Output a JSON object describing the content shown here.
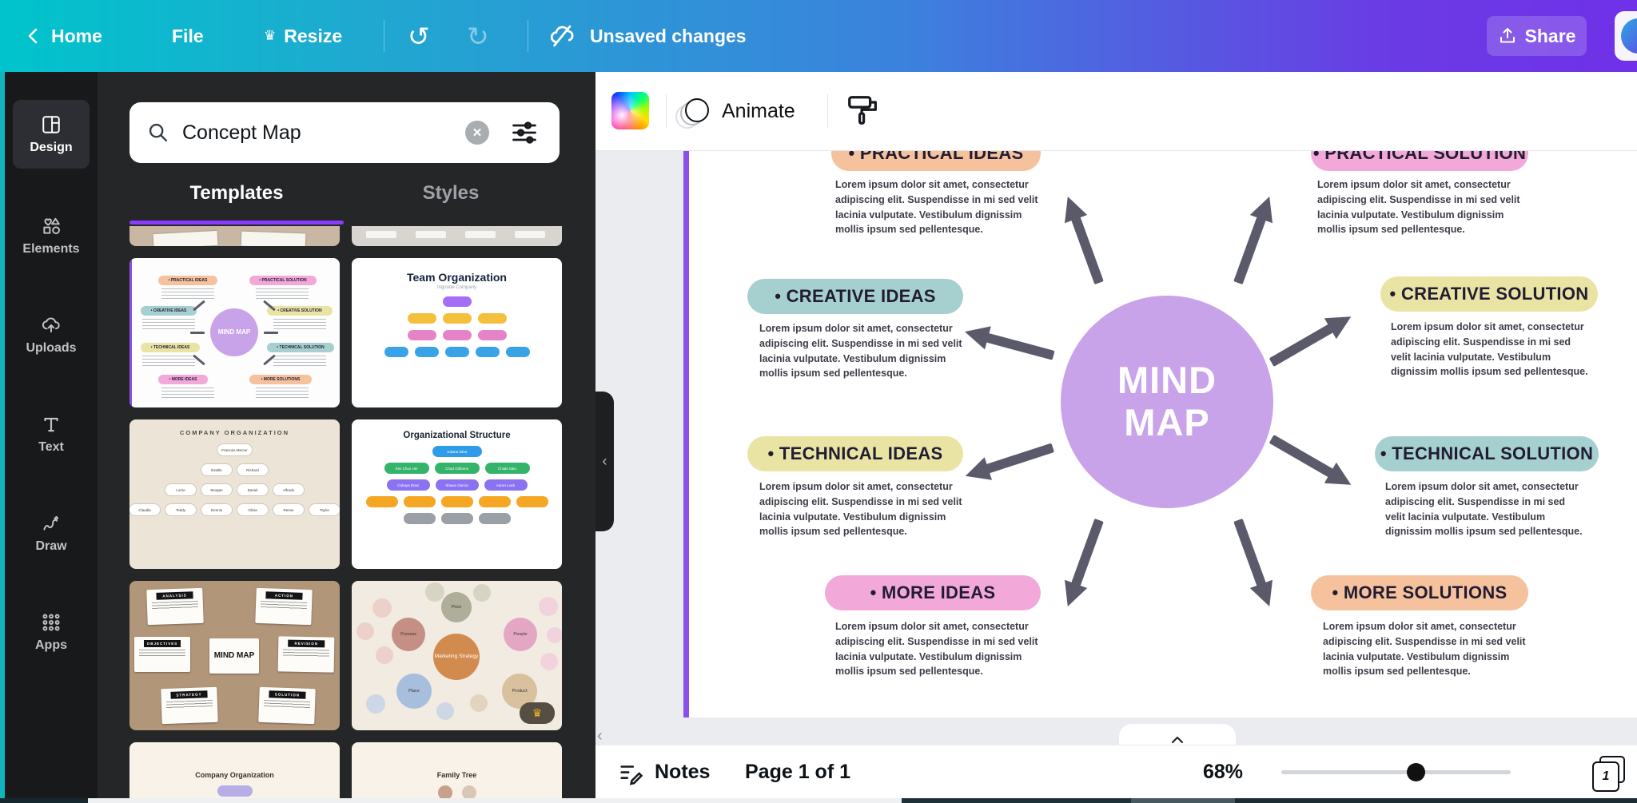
{
  "topbar": {
    "home": "Home",
    "file": "File",
    "resize": "Resize",
    "unsaved": "Unsaved changes",
    "share": "Share"
  },
  "icons": {
    "undo": "↺",
    "redo": "↻",
    "crown": "♛",
    "clear": "✕",
    "collapse": "⌃",
    "chev_left": "‹",
    "crown_pro": "♛"
  },
  "sidebar": {
    "items": [
      {
        "label": "Design"
      },
      {
        "label": "Elements"
      },
      {
        "label": "Uploads"
      },
      {
        "label": "Text"
      },
      {
        "label": "Draw"
      },
      {
        "label": "Apps"
      }
    ]
  },
  "panel": {
    "search_value": "Concept Map",
    "tab_templates": "Templates",
    "tab_styles": "Styles",
    "thumbs": {
      "team_org": {
        "title": "Team Organization",
        "subtitle": "Ingoude Company",
        "rows": [
          [
            ""
          ],
          [
            "",
            "",
            ""
          ],
          [
            "",
            "",
            ""
          ],
          [
            "",
            "",
            "",
            "",
            ""
          ]
        ]
      },
      "company_org": {
        "title": "COMPANY ORGANIZATION",
        "rows": [
          [
            "Francois Mercer"
          ],
          [
            "Estelle",
            "Richard"
          ],
          [
            "Lorrie",
            "Morgan",
            "Daniel",
            "Alfredo"
          ],
          [
            "Claudia",
            "Teddy",
            "Dennis",
            "Olivia",
            "Reese",
            "Taylor"
          ]
        ]
      },
      "org_structure": {
        "title": "Organizational Structure",
        "rows": [
          [
            "Juliana Silva"
          ],
          [
            "Kim Chun Hei",
            "Chad Gibbons",
            "Chiaki Sato"
          ],
          [
            "Cahaya Dewi",
            "Shawn Garcia",
            "Aaron Loeb"
          ],
          [
            "",
            "",
            "",
            "",
            ""
          ],
          [
            "",
            "",
            ""
          ]
        ]
      },
      "craft": {
        "center": "MIND MAP",
        "cards": [
          "ANALYSIS",
          "ACTION",
          "OBJECTIVES",
          "REVISION",
          "STRATEGY",
          "SOLUTION"
        ]
      },
      "marketing": {
        "center": "Marketing Strategy",
        "bubbles": [
          "Price",
          "Process",
          "People",
          "Place",
          "Product"
        ]
      },
      "company_org2": {
        "title": "Company Organization"
      },
      "family_tree": {
        "title": "Family Tree"
      }
    }
  },
  "toolbar": {
    "animate": "Animate"
  },
  "design": {
    "center_top": "MIND",
    "center_bottom": "MAP",
    "lorem": "Lorem ipsum dolor sit amet, consectetur adipiscing elit. Suspendisse in mi sed velit lacinia vulputate. Vestibulum dignissim mollis ipsum sed pellentesque.",
    "nodes": [
      {
        "label": "• PRACTICAL IDEAS",
        "color": "#f6c29d"
      },
      {
        "label": "• CREATIVE IDEAS",
        "color": "#a6d0cf"
      },
      {
        "label": "• TECHNICAL IDEAS",
        "color": "#e9e4a4"
      },
      {
        "label": "• MORE IDEAS",
        "color": "#f2a9d9"
      },
      {
        "label": "• PRACTICAL SOLUTION",
        "color": "#f2a9d9"
      },
      {
        "label": "• CREATIVE SOLUTION",
        "color": "#e9e4a4"
      },
      {
        "label": "• TECHNICAL SOLUTION",
        "color": "#a6d0cf"
      },
      {
        "label": "• MORE SOLUTIONS",
        "color": "#f6c29d"
      }
    ]
  },
  "bottombar": {
    "notes": "Notes",
    "page": "Page 1 of 1",
    "zoom": "68%",
    "page_number": "1"
  },
  "colors": {
    "accent_purple": "#8b3dff",
    "gradient_start": "#00c4cc",
    "gradient_end": "#7031e8",
    "circle_purple": "#c9a3e9",
    "arrow": "#5a5a6b",
    "rail_bg": "#18191b",
    "panel_bg": "#252627",
    "canvas_bg": "#ebecf0"
  }
}
